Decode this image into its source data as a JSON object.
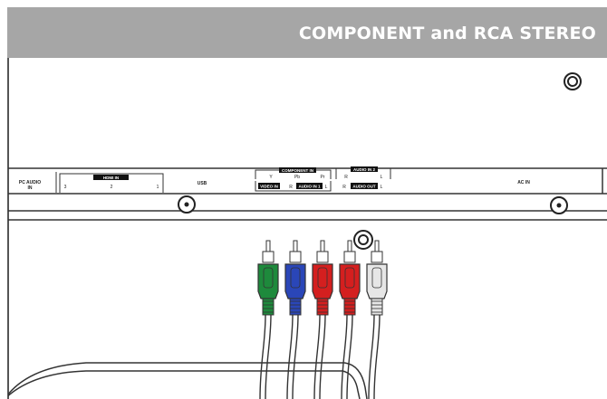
{
  "title": "COMPONENT and RCA STEREO",
  "panel": {
    "pc_audio_in_line1": "PC AUDIO",
    "pc_audio_in_line2": "IN",
    "hdmi_in": "HDMI IN",
    "hdmi_ports": [
      "3",
      "2",
      "1"
    ],
    "usb": "USB",
    "component_in": "COMPONENT IN",
    "component_ports": [
      "Y",
      "Pb",
      "Pr"
    ],
    "video_in": "VIDEO IN",
    "video_r": "R",
    "audio_in_1": "AUDIO IN 1",
    "video_l": "L",
    "audio_in_2": "AUDIO IN 2",
    "audio_in_2_r": "R",
    "audio_in_2_l": "L",
    "audio_out_r": "R",
    "audio_out": "AUDIO OUT",
    "audio_out_l": "L",
    "ac_in": "AC IN"
  },
  "cables": {
    "count": 5,
    "colors": [
      "#1e8a3c",
      "#2a46b8",
      "#d41f1f",
      "#d41f1f",
      "#e6e6e6"
    ],
    "names": [
      "green",
      "blue",
      "red",
      "red",
      "white"
    ]
  },
  "icons": [
    "screw-icon",
    "screw-icon",
    "screw-icon",
    "screw-icon"
  ],
  "colors": {
    "header_bg": "#a6a6a6",
    "header_text": "#ffffff",
    "outline": "#333333"
  }
}
